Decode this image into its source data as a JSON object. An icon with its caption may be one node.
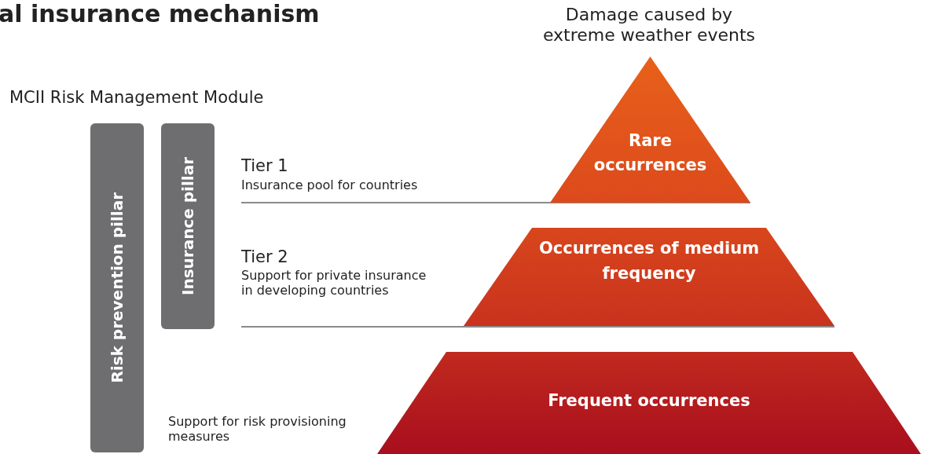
{
  "diagram": {
    "title": "al insurance mechanism",
    "nodes": [
      {
        "text": [
          "Risk prevention pillar"
        ]
      },
      {
        "text": [
          "Insurance pillar"
        ]
      },
      {
        "text": [
          "Rare occurrences"
        ]
      },
      {
        "text": [
          "Occurrences of medium frequency"
        ]
      },
      {
        "text": [
          "Frequent occurrences"
        ]
      }
    ],
    "labels": [
      "Damage caused by extreme weather events",
      "MCII Risk Management Module",
      "Tier 1",
      "Insurance pool for countries",
      "Tier 2",
      "Support for private insurance in developing countries",
      "Support for risk provisioning measures"
    ]
  }
}
